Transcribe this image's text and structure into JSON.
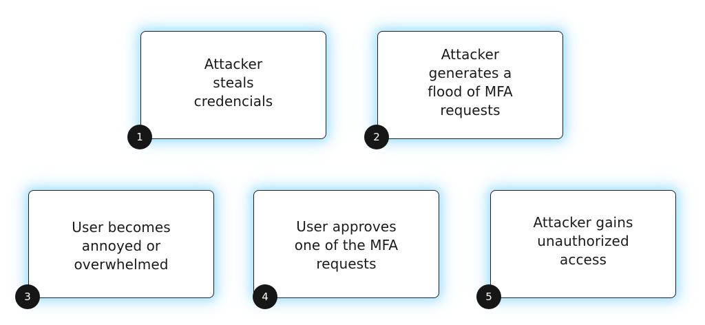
{
  "diagram": {
    "steps": [
      {
        "number": "1",
        "text": "Attacker\nsteals\ncredencials"
      },
      {
        "number": "2",
        "text": "Attacker\ngenerates a\nflood of MFA\nrequests"
      },
      {
        "number": "3",
        "text": "User becomes\nannoyed or\noverwhelmed"
      },
      {
        "number": "4",
        "text": "User approves\none of the MFA\nrequests"
      },
      {
        "number": "5",
        "text": "Attacker gains\nunauthorized\naccess"
      }
    ]
  },
  "colors": {
    "badge": "#161616",
    "box_border": "#1f1f1f",
    "glow": "#78d2ff",
    "background": "#ffffff"
  }
}
